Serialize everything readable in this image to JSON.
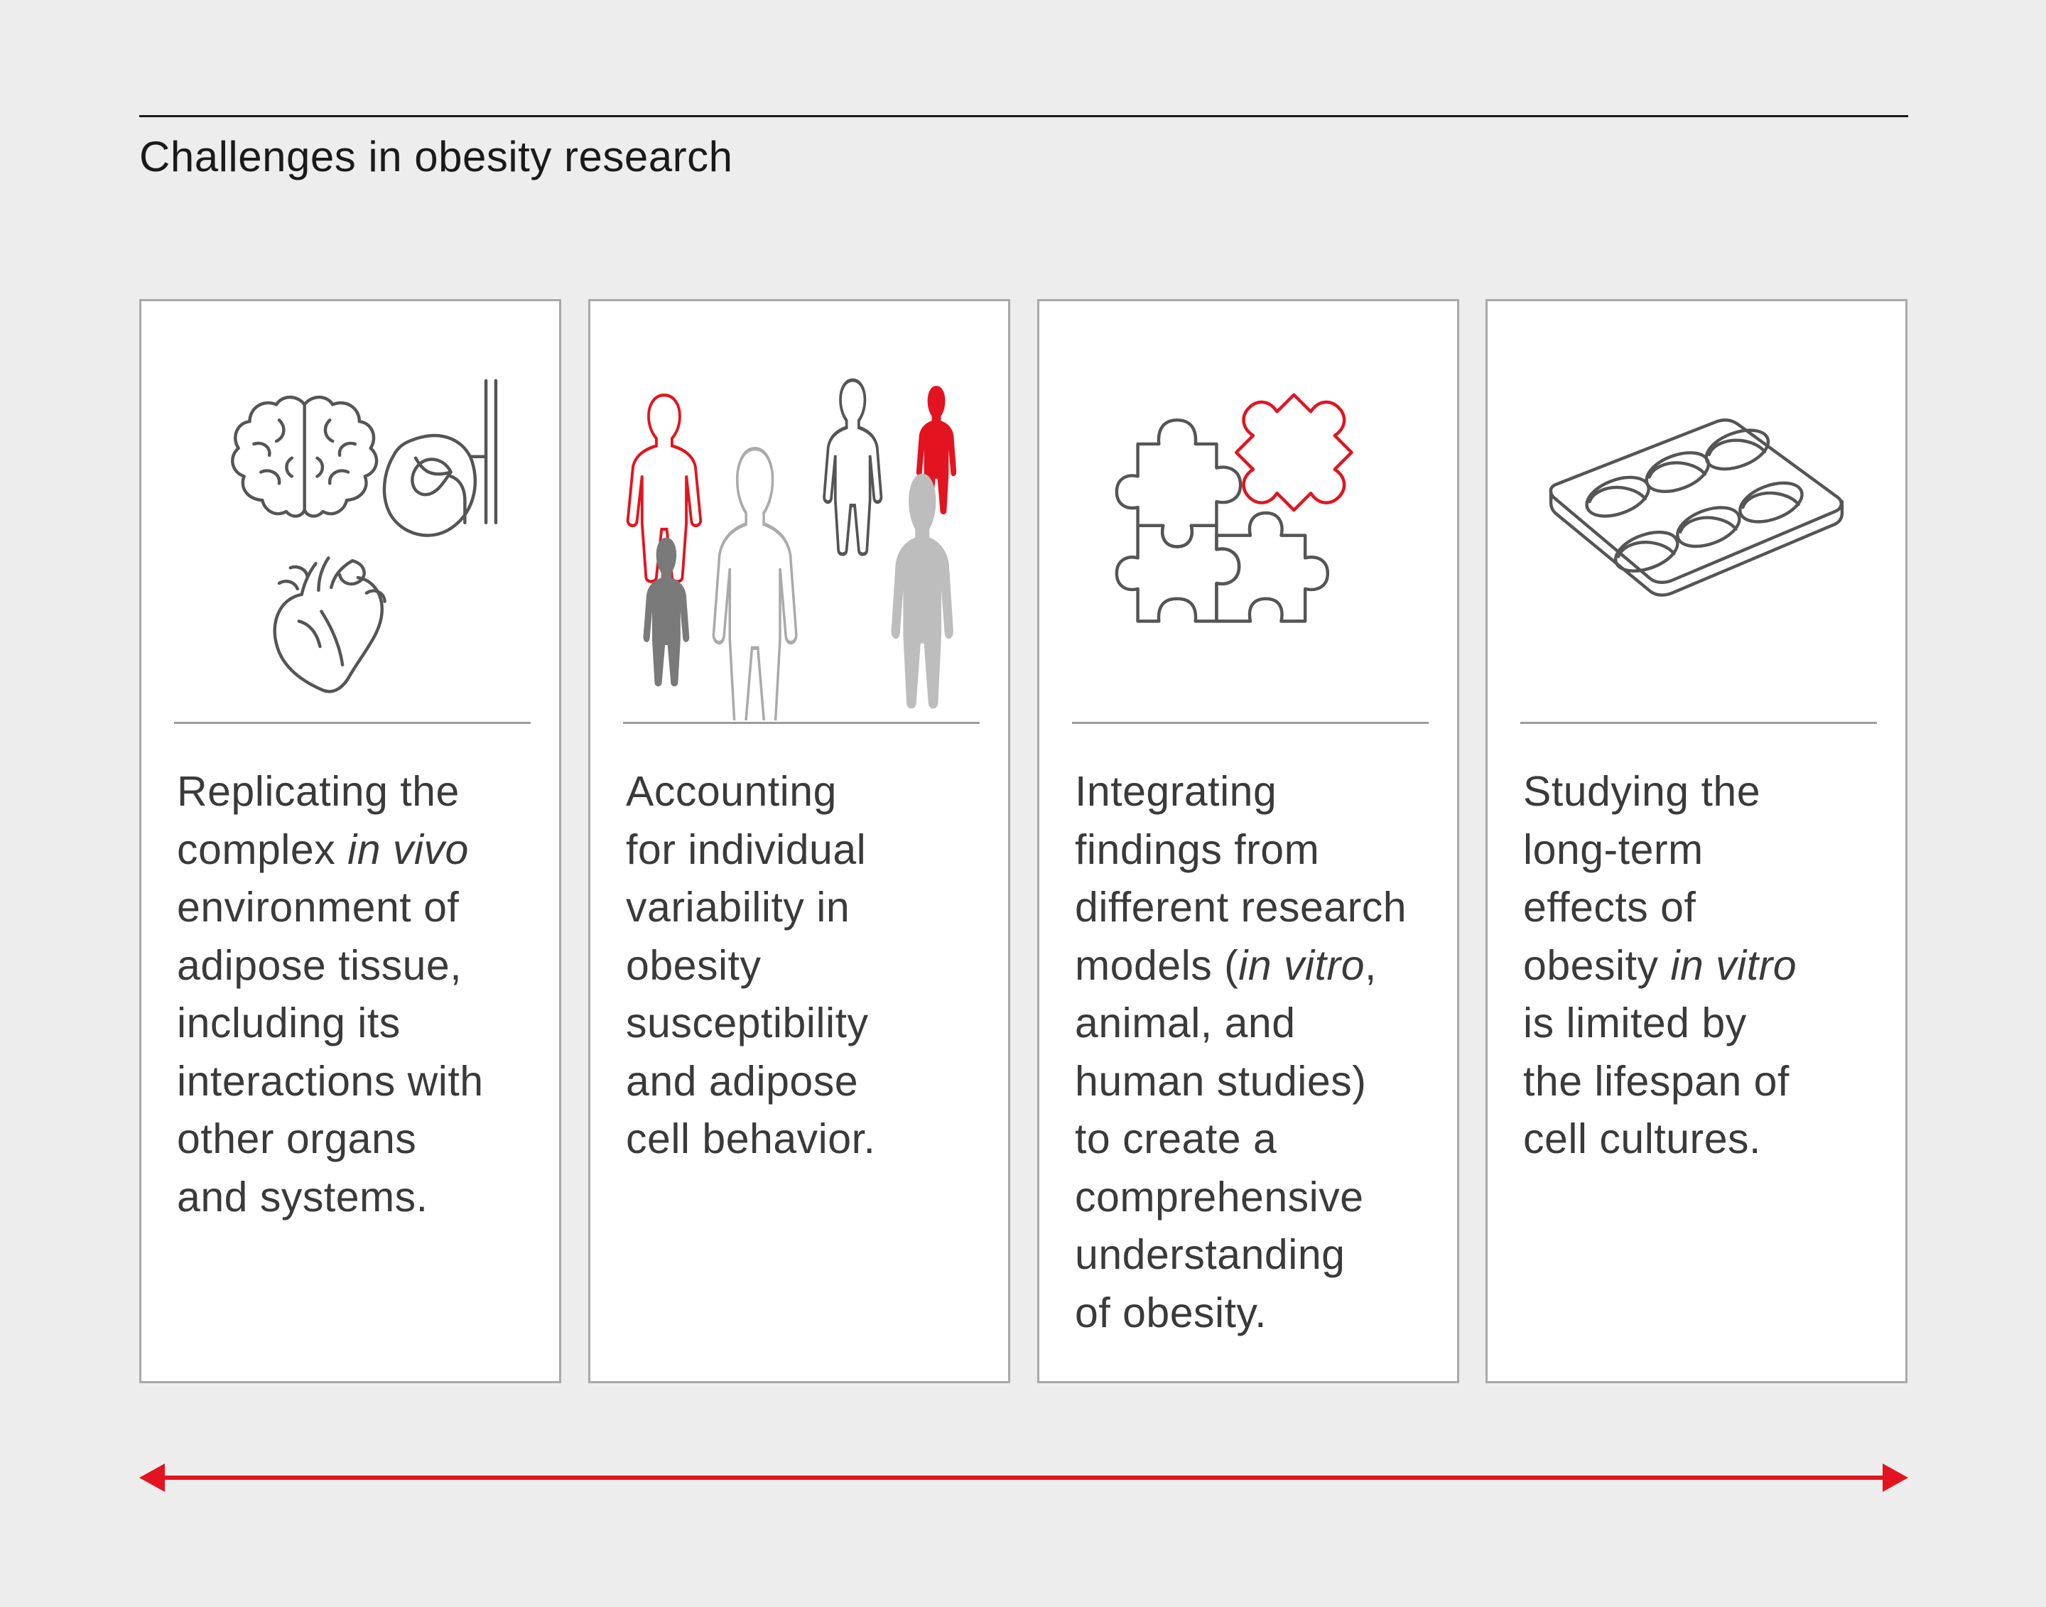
{
  "title": "Challenges in obesity research",
  "colors": {
    "accent": "#e3141f",
    "icon_stroke": "#555555",
    "text": "#3a3a3a",
    "card_border": "#a9a9a9",
    "background": "#ededed"
  },
  "cards": [
    {
      "icon": "organs-icon",
      "lines": [
        [
          "Replicating the"
        ],
        [
          "complex ",
          "<i>in vivo"
        ],
        [
          "environment of"
        ],
        [
          "adipose tissue,"
        ],
        [
          "including its"
        ],
        [
          "interactions with"
        ],
        [
          "other organs"
        ],
        [
          "and systems."
        ]
      ]
    },
    {
      "icon": "human-figures-icon",
      "lines": [
        [
          "Accounting"
        ],
        [
          "for individual"
        ],
        [
          "variability in"
        ],
        [
          "obesity"
        ],
        [
          "susceptibility"
        ],
        [
          "and adipose"
        ],
        [
          "cell behavior."
        ]
      ]
    },
    {
      "icon": "puzzle-pieces-icon",
      "lines": [
        [
          "Integrating"
        ],
        [
          "findings from"
        ],
        [
          "different research"
        ],
        [
          "models (",
          "<i>in vitro",
          ","
        ],
        [
          "animal, and"
        ],
        [
          "human studies)"
        ],
        [
          "to create a"
        ],
        [
          "comprehensive"
        ],
        [
          "understanding"
        ],
        [
          "of obesity."
        ]
      ]
    },
    {
      "icon": "well-plate-icon",
      "lines": [
        [
          "Studying the"
        ],
        [
          "long-term"
        ],
        [
          "effects of"
        ],
        [
          "obesity ",
          "<i>in vitro"
        ],
        [
          "is limited by"
        ],
        [
          "the lifespan of"
        ],
        [
          "cell cultures."
        ]
      ]
    }
  ]
}
